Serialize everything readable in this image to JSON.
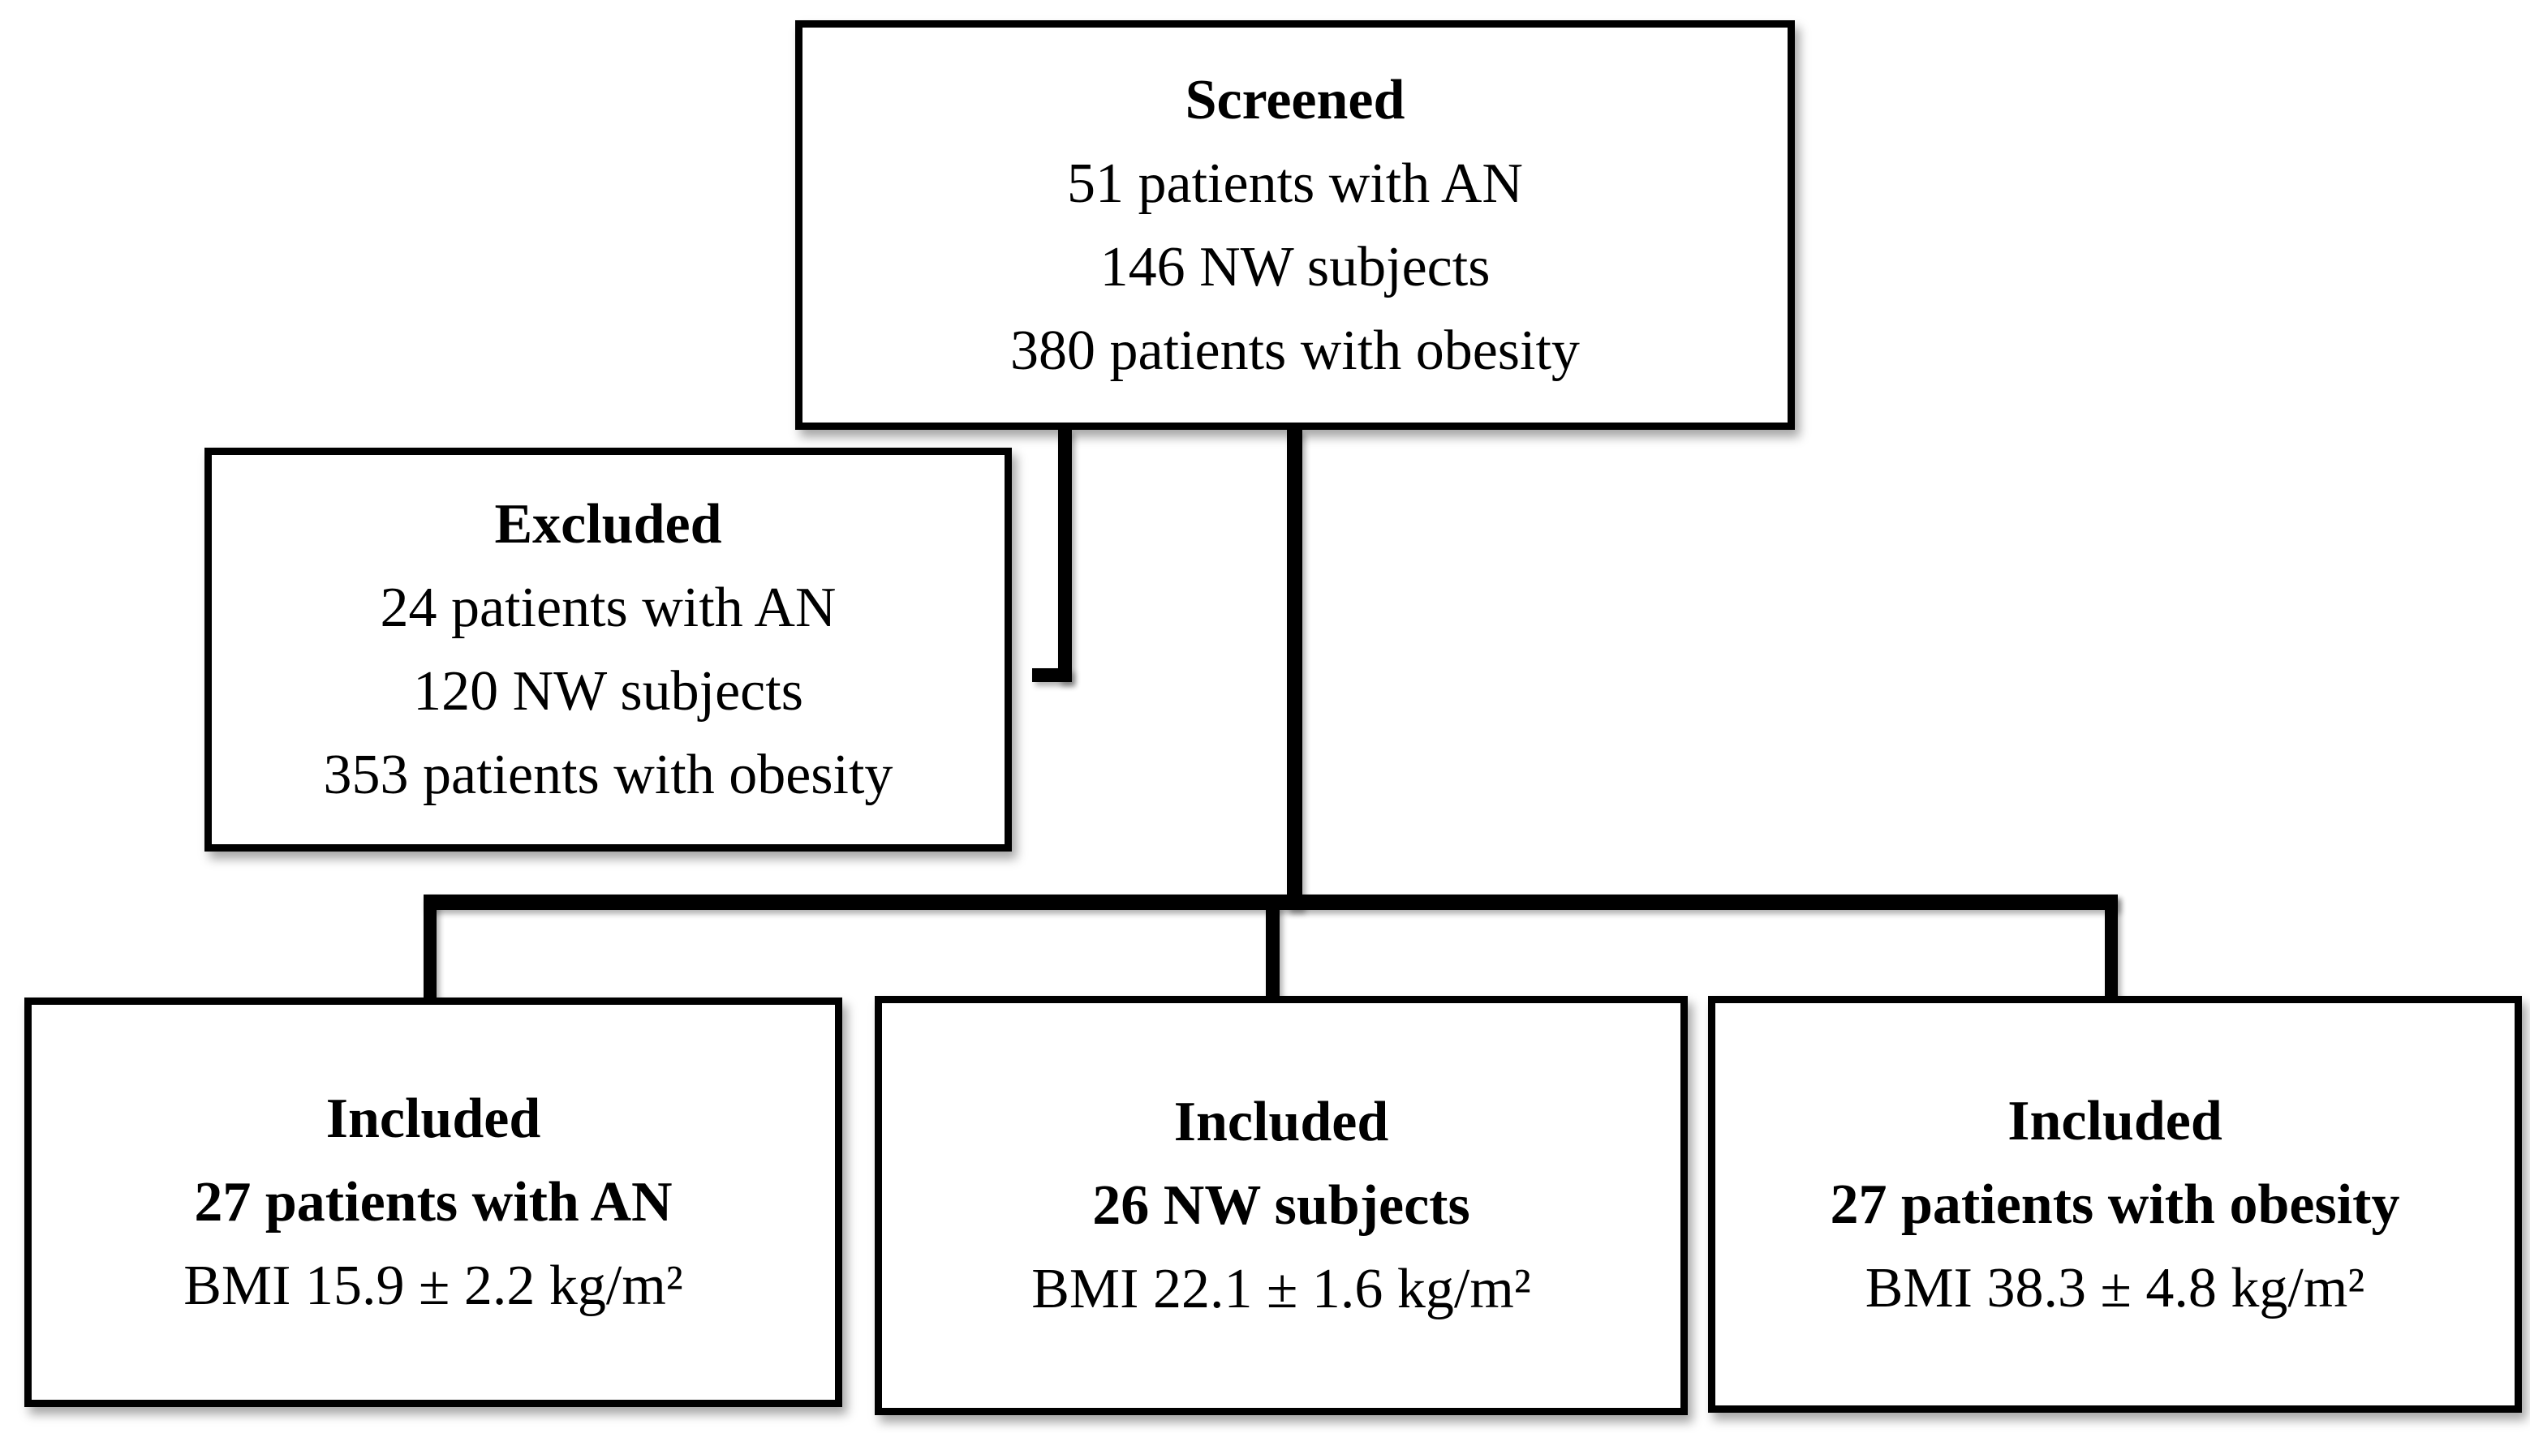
{
  "colors": {
    "background": "#ffffff",
    "box_fill": "#ffffff",
    "box_border": "#000000",
    "connector": "#000000",
    "text": "#000000"
  },
  "boxes": {
    "screened": {
      "title": "Screened",
      "lines": [
        "51 patients with AN",
        "146 NW subjects",
        "380 patients with obesity"
      ]
    },
    "excluded": {
      "title": "Excluded",
      "lines": [
        "24 patients with AN",
        "120 NW subjects",
        "353 patients with obesity"
      ]
    },
    "included_an": {
      "title": "Included",
      "subtitle": "27 patients with AN",
      "detail": "BMI 15.9 ± 2.2 kg/m²"
    },
    "included_nw": {
      "title": "Included",
      "subtitle": "26 NW subjects",
      "detail": "BMI 22.1 ± 1.6 kg/m²"
    },
    "included_obesity": {
      "title": "Included",
      "subtitle": "27 patients with obesity",
      "detail": "BMI 38.3 ± 4.8 kg/m²"
    }
  }
}
